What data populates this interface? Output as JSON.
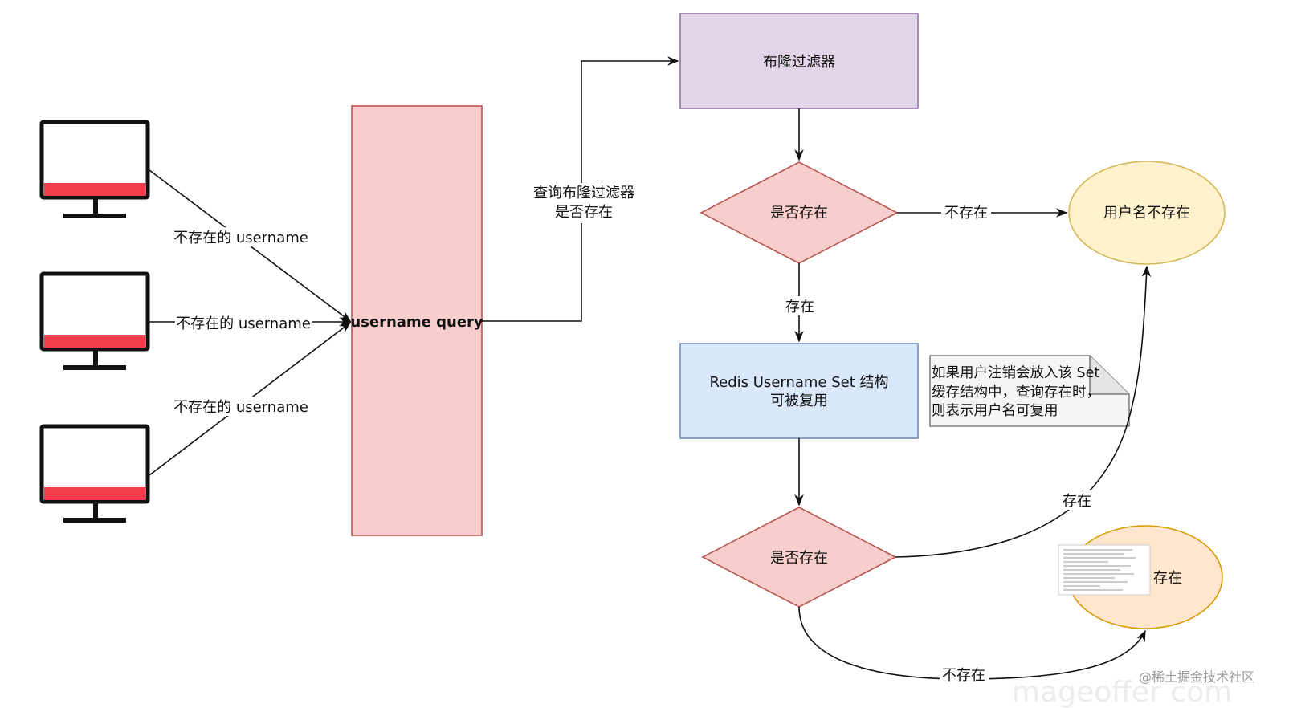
{
  "nodes": {
    "bloom_filter": "布隆过滤器",
    "username_query": "username query",
    "check_exists_1": "是否存在",
    "user_not_exist": "用户名不存在",
    "redis_set_line1": "Redis Username Set 结构",
    "redis_set_line2": "可被复用",
    "check_exists_2": "是否存在",
    "exists_circle": "存在"
  },
  "edges": {
    "client_top": "不存在的 username",
    "client_mid": "不存在的 username",
    "client_bottom": "不存在的 username",
    "query_bloom_line1": "查询布隆过滤器",
    "query_bloom_line2": "是否存在",
    "not_exist_1": "不存在",
    "exist_1": "存在",
    "exist_2": "存在",
    "not_exist_2": "不存在"
  },
  "note": {
    "line1": "如果用户注销会放入该 Set",
    "line2": "缓存结构中，查询存在时，",
    "line3": "则表示用户名可复用"
  },
  "watermark": {
    "text": "@稀土掘金技术社区",
    "faint_overlay": "mageoffer com"
  },
  "colors": {
    "monitor_stripe": "#f03c4b",
    "purple_fill": "#e1d5e7",
    "purple_stroke": "#9673a6",
    "red_fill": "#f8cecc",
    "red_stroke": "#b85450",
    "blue_fill": "#dae8fc",
    "blue_stroke": "#6c8ebf",
    "yellow_fill": "#fff2cc",
    "yellow_stroke": "#d6b656",
    "orange_fill": "#ffe6cc",
    "orange_stroke": "#d79b00"
  }
}
